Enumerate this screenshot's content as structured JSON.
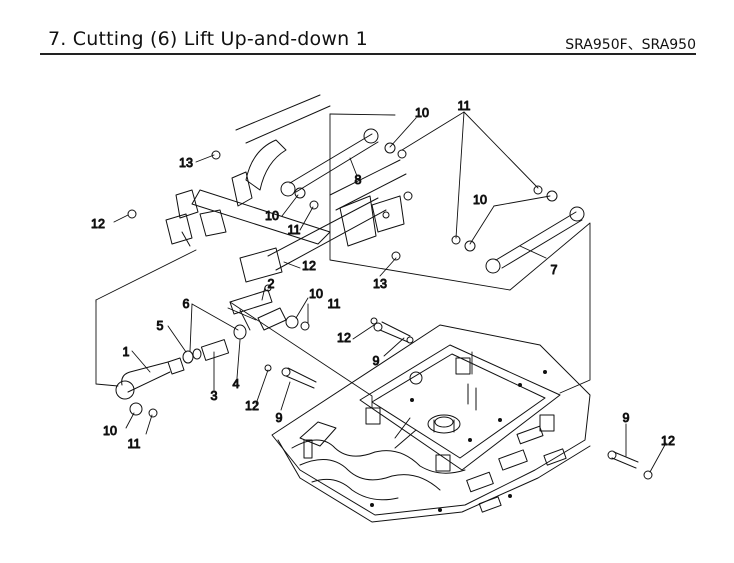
{
  "header": {
    "title": "7. Cutting (6) Lift Up-and-down 1",
    "model": "SRA950F、SRA950"
  },
  "callouts": {
    "c1": "1",
    "c2": "2",
    "c3": "3",
    "c4": "4",
    "c5": "5",
    "c6": "6",
    "c7": "7",
    "c8": "8",
    "c9a": "9",
    "c9b": "9",
    "c9c": "9",
    "c10a": "10",
    "c10b": "10",
    "c10c": "10",
    "c10d": "10",
    "c10e": "10",
    "c11a": "11",
    "c11b": "11",
    "c11c": "11",
    "c11d": "11",
    "c12a": "12",
    "c12b": "12",
    "c12c": "12",
    "c12d": "12",
    "c12e": "12",
    "c13a": "13",
    "c13b": "13"
  }
}
